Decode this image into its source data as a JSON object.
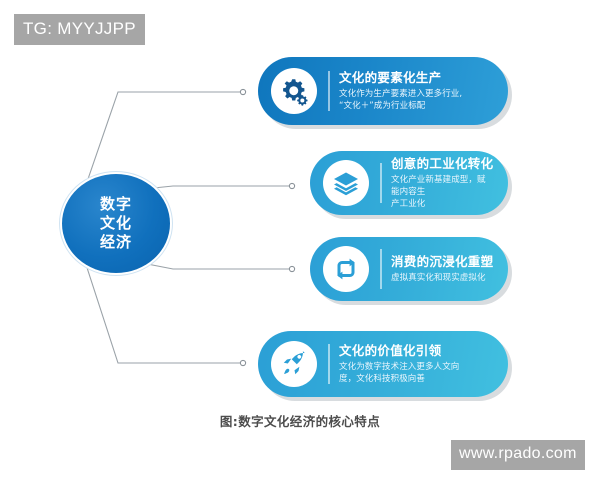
{
  "watermarks": {
    "top_left": "TG: MYYJJPP",
    "bottom_right": "www.rpado.com"
  },
  "hub": {
    "label": "数字\n文化\n经济",
    "color": "#1070bd"
  },
  "caption": "图:数字文化经济的核心特点",
  "cards": [
    {
      "icon": "gear-icon",
      "title": "文化的要素化生产",
      "desc": "文化作为生产要素进入更多行业,\n“文化＋”成为行业标配",
      "accent": "#0f76bd"
    },
    {
      "icon": "layers-icon",
      "title": "创意的工业化转化",
      "desc": "文化产业新基建成型，赋能内容生\n产工业化",
      "accent": "#2b9fd6"
    },
    {
      "icon": "repeat-icon",
      "title": "消费的沉浸化重塑",
      "desc": "虚拟真实化和现实虚拟化",
      "accent": "#2b9fd6"
    },
    {
      "icon": "rocket-icon",
      "title": "文化的价值化引领",
      "desc": "文化为数字技术注入更多人文向\n度，文化科技积极向善",
      "accent": "#2b9fd6"
    }
  ],
  "connector": {
    "line_color": "#9aa2a8",
    "dot_color": "#8a9299"
  }
}
